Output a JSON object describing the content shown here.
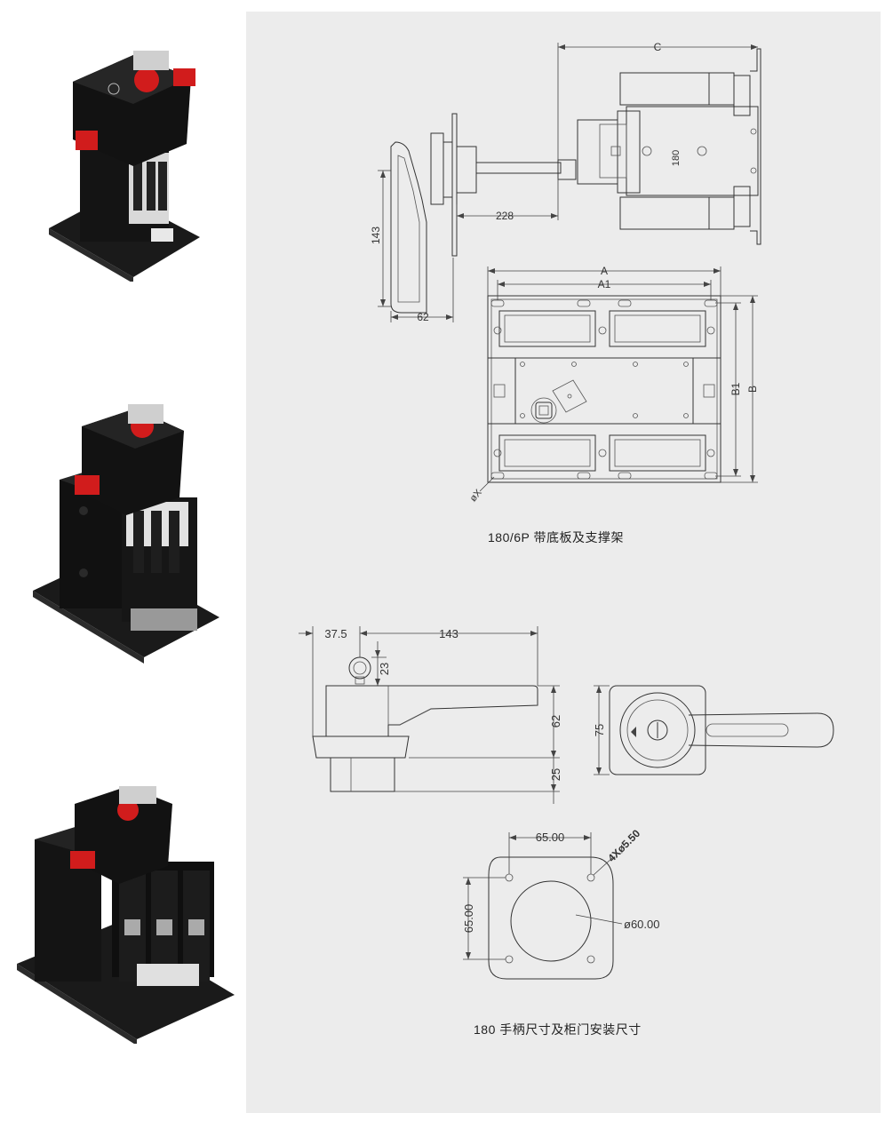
{
  "captions": {
    "mounting": "180/6P 带底板及支撑架",
    "handle": "180 手柄尺寸及柜门安装尺寸"
  },
  "side_view": {
    "dim_c": "C",
    "dim_228": "228",
    "dim_143": "143",
    "dim_62": "62",
    "label_180": "180"
  },
  "top_view": {
    "dim_a": "A",
    "dim_a1": "A1",
    "dim_b": "B",
    "dim_b1": "B1",
    "dim_x": "øX"
  },
  "handle_view": {
    "dim_37_5": "37.5",
    "dim_143": "143",
    "dim_23": "23",
    "dim_62": "62",
    "dim_25": "25",
    "dim_75": "75"
  },
  "door_cutout": {
    "dim_65_h": "65.00",
    "dim_65_v": "65.00",
    "dim_holes": "4Xø5.50",
    "dim_diameter": "ø60.00"
  }
}
